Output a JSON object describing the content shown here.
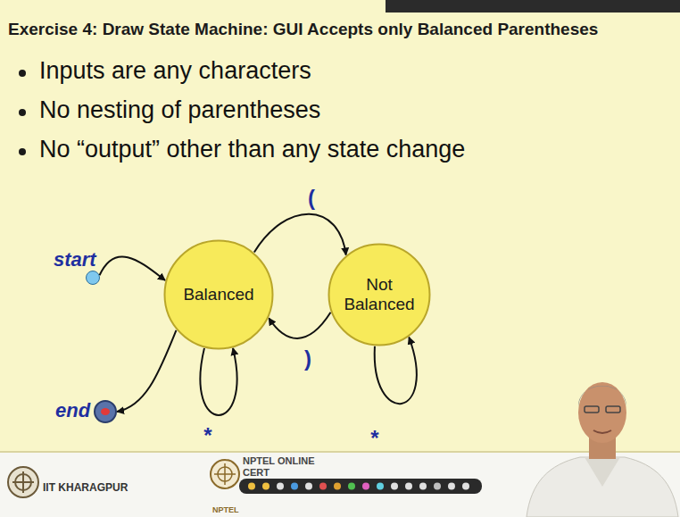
{
  "diagram": {
    "title": "Exercise 4: Draw State Machine: GUI Accepts only Balanced Parentheses",
    "nodes": [
      {
        "text": [
          "start"
        ]
      },
      {
        "text": [
          "Balanced"
        ]
      },
      {
        "text": [
          "Not Balanced"
        ]
      },
      {
        "text": [
          "end"
        ]
      }
    ],
    "edges": [
      {
        "from": 0,
        "to": 1,
        "arrow": "to"
      },
      {
        "from": 1,
        "to": 2,
        "label": "(",
        "arrow": "to"
      },
      {
        "from": 2,
        "to": 1,
        "label": ")",
        "arrow": "to"
      },
      {
        "from": 1,
        "to": 1,
        "label": "*",
        "arrow": "to"
      },
      {
        "from": 2,
        "to": 2,
        "label": "*",
        "arrow": "to"
      },
      {
        "from": 1,
        "to": 3,
        "arrow": "to"
      }
    ],
    "labels": [
      "Inputs are any characters",
      "No nesting of parentheses",
      "No “output” other than any state change",
      "IIT KHARAGPUR",
      "NPTEL ONLINE",
      "CERT",
      "NPTEL"
    ]
  }
}
